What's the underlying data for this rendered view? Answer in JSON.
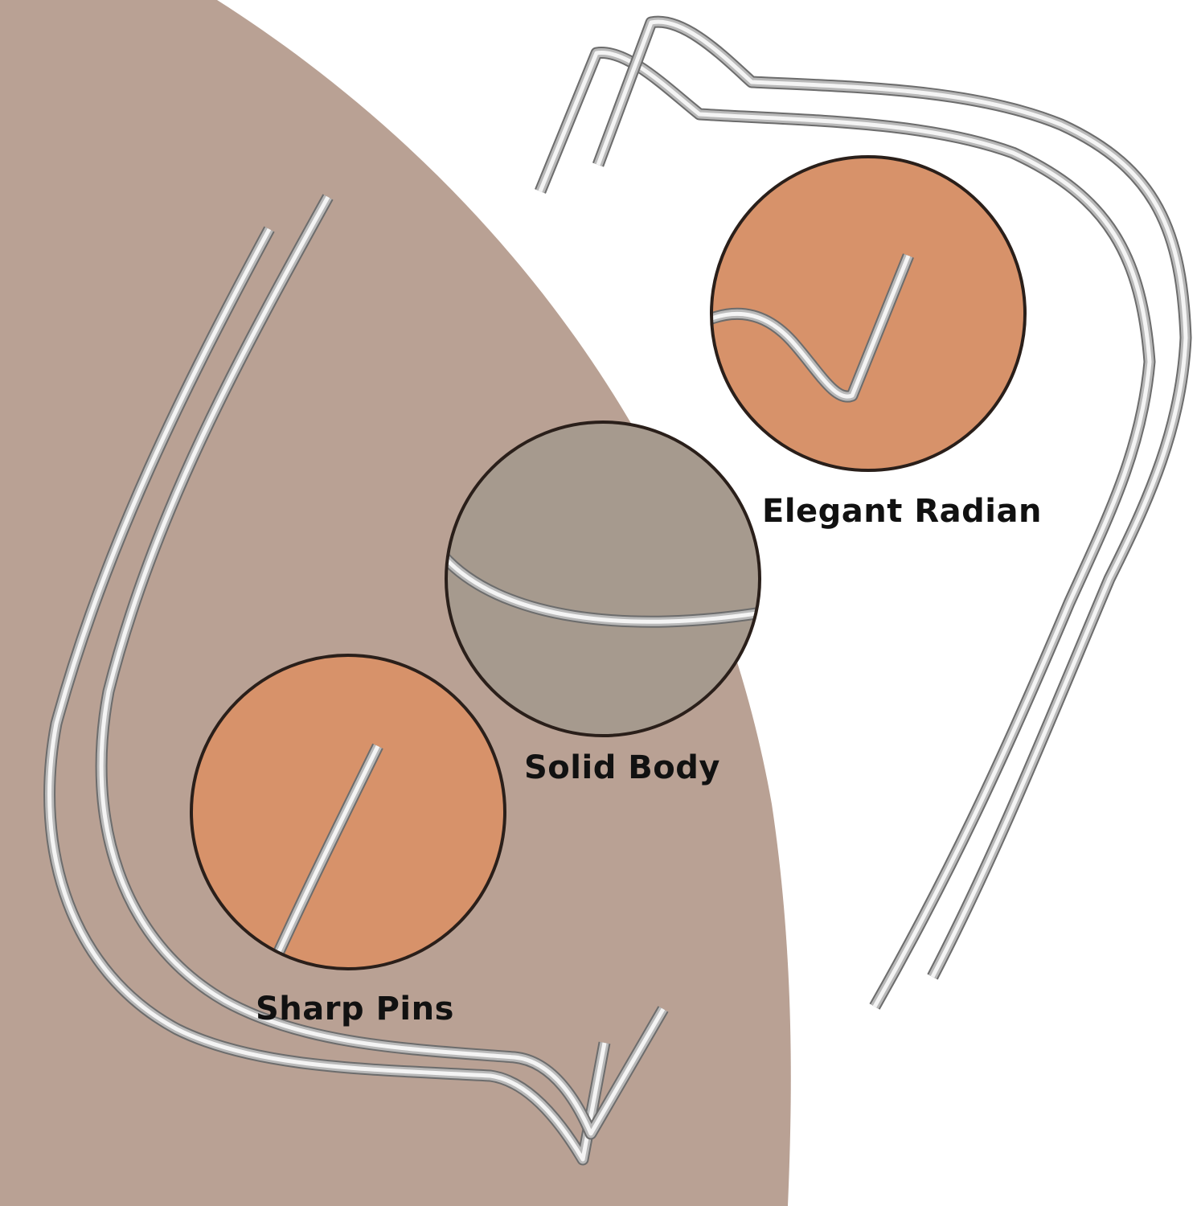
{
  "labels": {
    "elegant_radian": "Elegant Radian",
    "solid_body": "Solid Body",
    "sharp_pins": "Sharp Pins"
  },
  "colors": {
    "background": "#ffffff",
    "arc_backdrop": "#b9a194",
    "orange_circle": "#d7926a",
    "taupe_circle": "#a69a8e",
    "circle_outline": "#2a1f1a",
    "wire_light": "#f4f4f4",
    "wire_mid": "#b9b9b9",
    "wire_dark": "#6c6c6c"
  }
}
